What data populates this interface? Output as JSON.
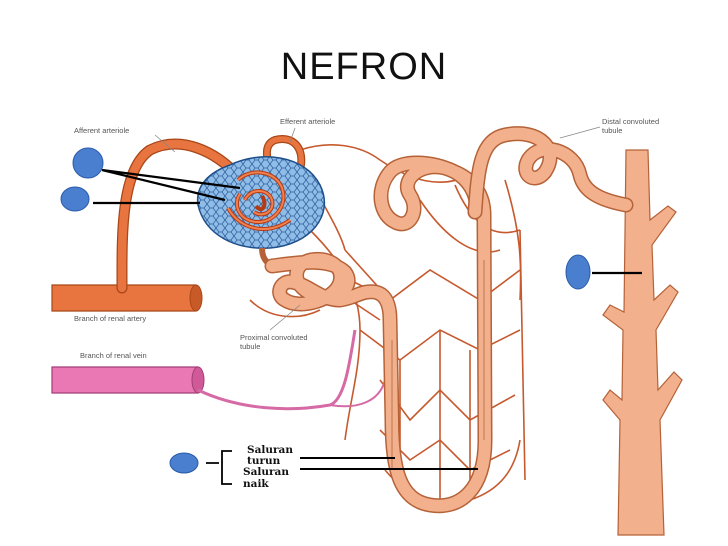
{
  "title": "NEFRON",
  "labels": {
    "afferent_arteriole": "Afferent arteriole",
    "efferent_arteriole": "Efferent arteriole",
    "distal_tubule_line1": "Distal convoluted",
    "distal_tubule_line2": "tubule",
    "renal_artery": "Branch of renal artery",
    "renal_vein": "Branch of renal vein",
    "proximal_tubule_line1": "Proximal convoluted",
    "proximal_tubule_line2": "tubule"
  },
  "loop_labels": {
    "descending_line1": "Saluran",
    "descending_line2": "turun",
    "ascending_line1": "Saluran",
    "ascending_line2": "naik"
  },
  "colors": {
    "tubule": "#f2b08c",
    "tubule_outline": "#b56238",
    "artery": "#e8743f",
    "artery_outline": "#a84718",
    "vein": "#ea78b4",
    "capillary": "#c65a2e",
    "capsule": "#8fbde8",
    "marker": "#4a7fd0"
  }
}
